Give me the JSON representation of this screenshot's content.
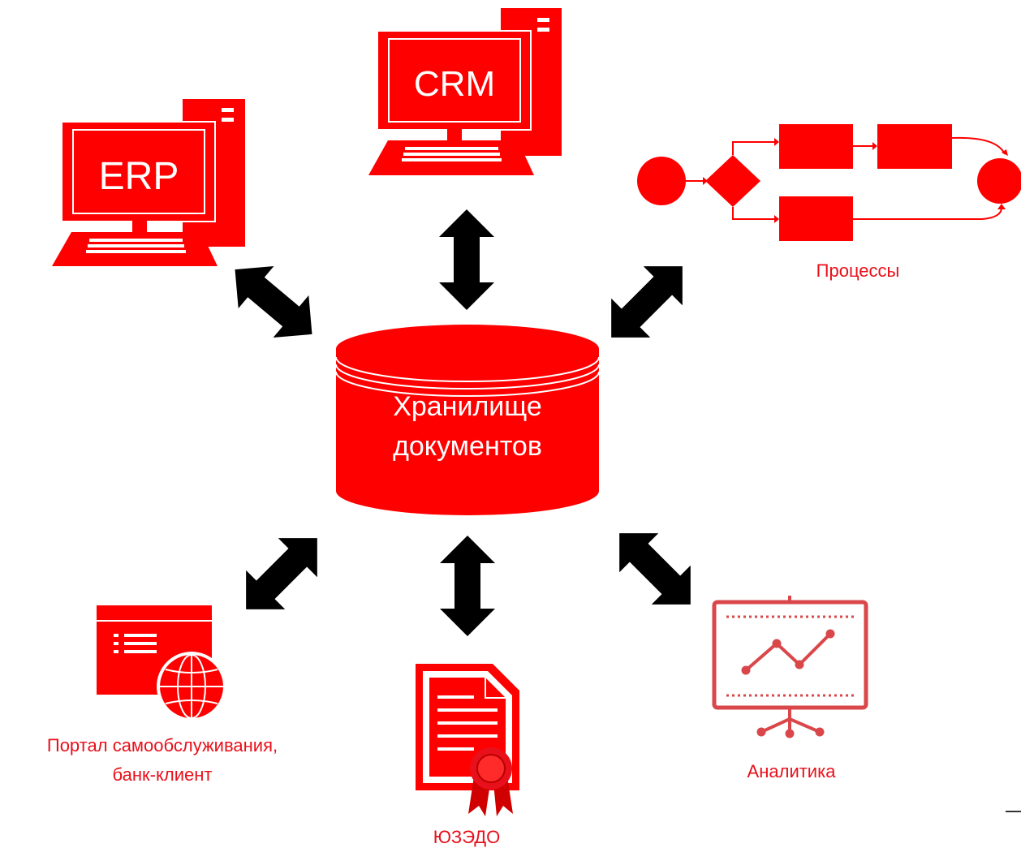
{
  "colors": {
    "primary_red": "#ff0000",
    "label_red": "#e8101a",
    "analytics_red": "#d9474a",
    "arrow": "#000000"
  },
  "center": {
    "line1": "Хранилище",
    "line2": "документов",
    "icon": "database-cylinder-icon"
  },
  "nodes": {
    "erp": {
      "label": "ERP",
      "icon": "desktop-computer-icon"
    },
    "crm": {
      "label": "CRM",
      "icon": "desktop-computer-icon"
    },
    "processes": {
      "label": "Процессы",
      "icon": "process-flowchart-icon"
    },
    "portal": {
      "line1": "Портал самообслуживания,",
      "line2": "банк-клиент",
      "icon": "web-portal-globe-icon"
    },
    "edo": {
      "label": "ЮЗЭДО",
      "icon": "certified-document-icon"
    },
    "analytics": {
      "label": "Аналитика",
      "icon": "presentation-chart-icon"
    }
  }
}
